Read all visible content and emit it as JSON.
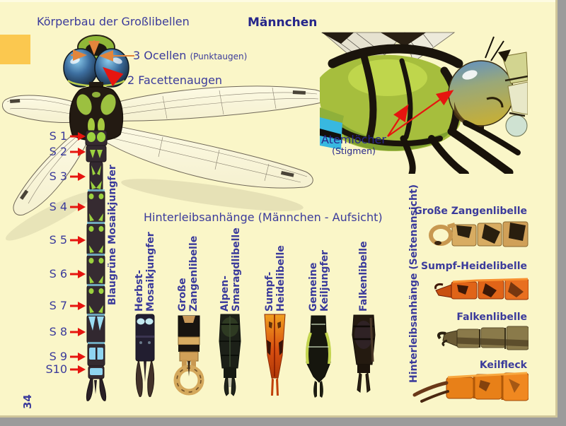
{
  "header": {
    "title": "Körperbau der Großlibellen",
    "gender_label": "Männchen"
  },
  "anatomy_labels": {
    "ocelli_main": "3 Ocellen",
    "ocelli_sub": "(Punktaugen)",
    "compound_eyes": "2 Facettenaugen",
    "spiracles_main": "Atemlöcher",
    "spiracles_sub": "(Stigmen)"
  },
  "segments": [
    "S 1",
    "S 2",
    "S 3",
    "S 4",
    "S 5",
    "S 6",
    "S 7",
    "S 8",
    "S 9",
    "S10"
  ],
  "main_species_vertical": "Blaugrüne Mosaikjungfer",
  "top_view_section": {
    "heading": "Hinterleibsanhänge (Männchen - Aufsicht)",
    "species": [
      {
        "line1": "Herbst-",
        "line2": "Mosaikjungfer"
      },
      {
        "line1": "Große",
        "line2": "Zangenlibelle"
      },
      {
        "line1": "Alpen-",
        "line2": "Smaragdlibelle"
      },
      {
        "line1": "Sumpf-",
        "line2": "Heidelibelle"
      },
      {
        "line1": "Gemeine",
        "line2": "Keiljungfer"
      },
      {
        "line1": "Falkenlibelle",
        "line2": ""
      }
    ]
  },
  "side_view_section": {
    "vertical_label": "Hinterleibsanhänge (Seitenansicht)",
    "species": [
      "Große Zangenlibelle",
      "Sumpf-Heidelibelle",
      "Falkenlibelle",
      "Keilfleck"
    ]
  },
  "page_number": "34",
  "colors": {
    "page_background": "#FAF6C8",
    "frame_border": "#9B9B9B",
    "chapter_tab": "#FBC84F",
    "heading_text": "#3B3B9B",
    "bold_text": "#26268A",
    "arrow_red": "#E6150F",
    "arrow_orange": "#E2853C"
  }
}
